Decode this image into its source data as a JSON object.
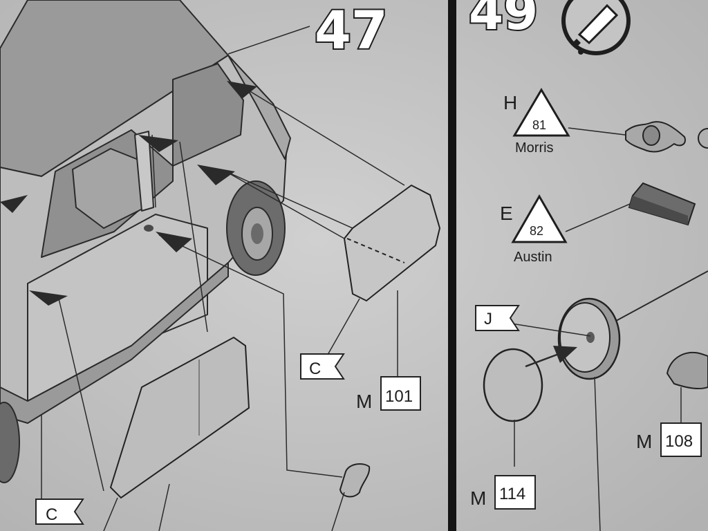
{
  "steps": [
    {
      "number": "47"
    },
    {
      "number": "49",
      "icon": "glue-tube-icon"
    }
  ],
  "labels": {
    "morris_letter": "H",
    "morris_paint": "81",
    "morris_name": "Morris",
    "austin_letter": "E",
    "austin_paint": "82",
    "austin_name": "Austin",
    "part_j_flag": "J",
    "part_c_flag_window": "C",
    "part_c_flag_bottom": "C",
    "m101_prefix": "M",
    "m101_value": "101",
    "m108_prefix": "M",
    "m108_value": "108",
    "m114_prefix": "M",
    "m114_value": "114"
  },
  "colors": {
    "paper": "#c9c9c9",
    "ink": "#1e1e1e",
    "part_fill": "#b5b5b5",
    "divider": "#141414"
  }
}
